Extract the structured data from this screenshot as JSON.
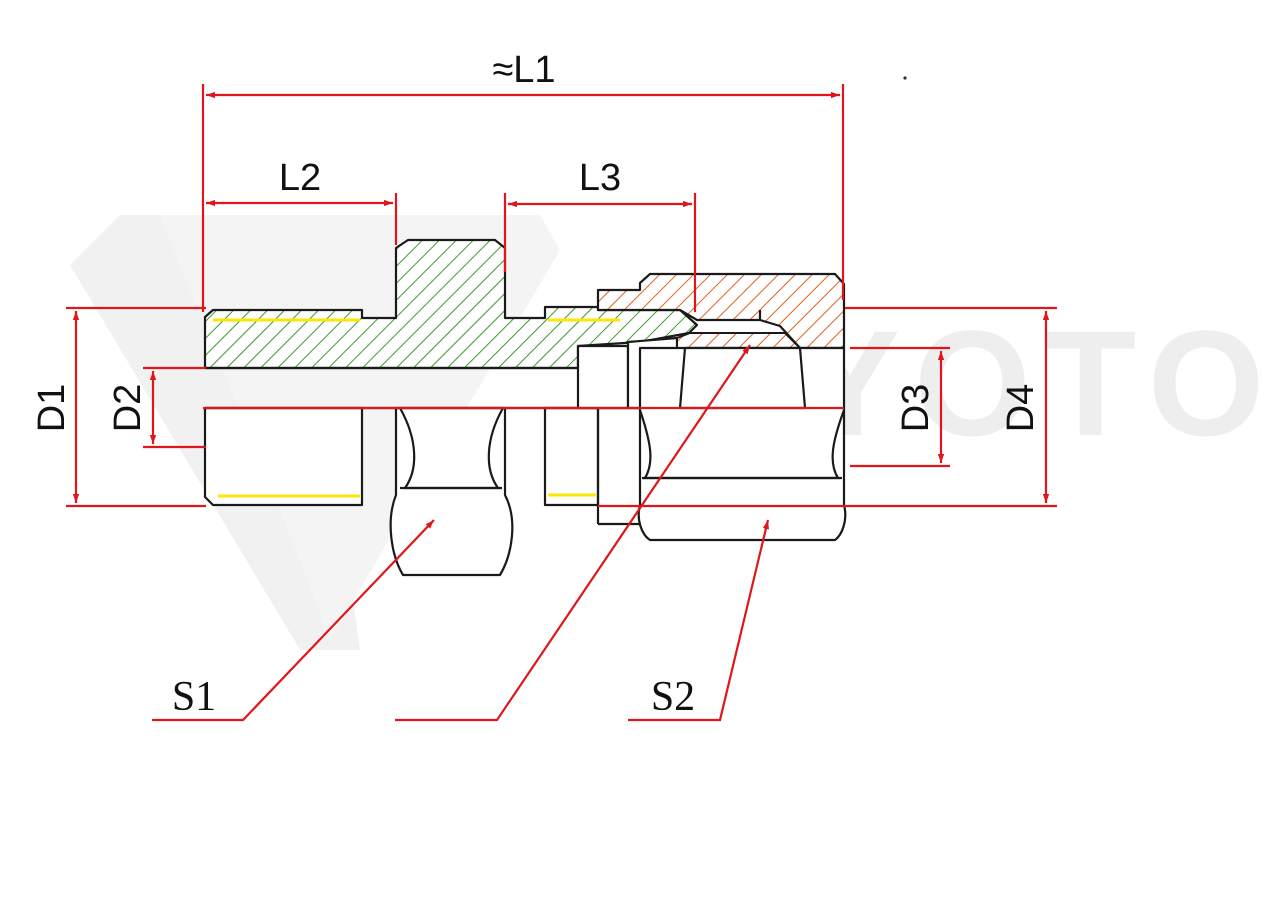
{
  "diagram": {
    "watermark_text": "YOTON",
    "colors": {
      "dimension": "#e0161b",
      "outline": "#1a1a1a",
      "body_hatch": "#3e9a2a",
      "nut_hatch": "#e0621f",
      "thread": "#ffe600",
      "watermark": "#eeeeee"
    },
    "dimensions": {
      "l1": "≈L1",
      "l2": "L2",
      "l3": "L3",
      "d1": "D1",
      "d2": "D2",
      "d3": "D3",
      "d4": "D4"
    },
    "callouts": {
      "s1": "S1",
      "s2": "S2",
      "unlabeled": ""
    }
  }
}
